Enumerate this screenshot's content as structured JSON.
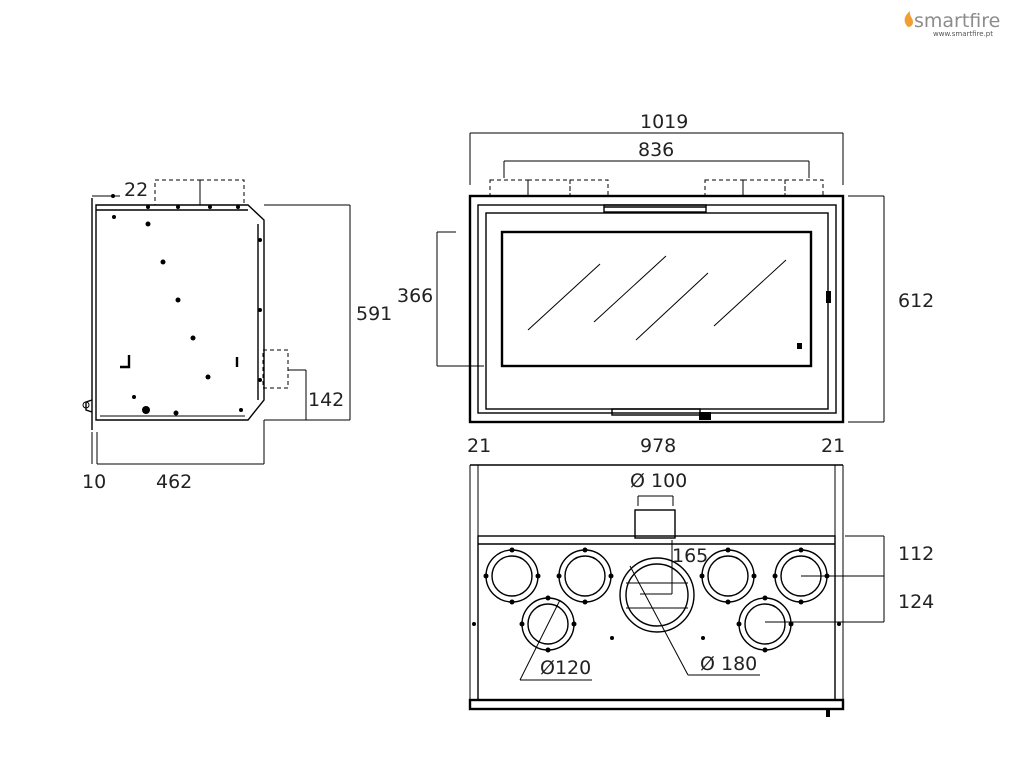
{
  "logo": {
    "brand": "smartfire",
    "url": "www.smartfire.pt",
    "flame_color": "#f0a030"
  },
  "side_view": {
    "top_offset": "22",
    "height": "591",
    "outlet_height": "142",
    "back_offset": "10",
    "depth": "462"
  },
  "front_view": {
    "overall_width": "1019",
    "outlet_span": "836",
    "glass_height": "366",
    "height": "612",
    "left_margin": "21",
    "inner_width": "978",
    "right_margin": "21"
  },
  "top_view": {
    "top_outlet": "Ø 100",
    "offset": "165",
    "depth_1": "112",
    "depth_2": "124",
    "small_outlet": "Ø120",
    "main_flue": "Ø 180"
  }
}
